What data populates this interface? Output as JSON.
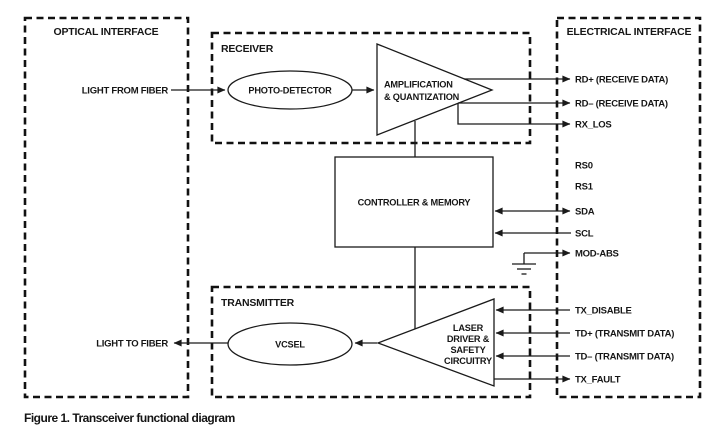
{
  "caption": "Figure 1. Transceiver functional diagram",
  "interfaces": {
    "optical": {
      "label": "OPTICAL INTERFACE"
    },
    "electrical": {
      "label": "ELECTRICAL INTERFACE"
    }
  },
  "blocks": {
    "receiver": {
      "label": "RECEIVER",
      "photo_detector": "PHOTO-DETECTOR",
      "amplifier": {
        "line1": "AMPLIFICATION",
        "line2": "& QUANTIZATION"
      }
    },
    "controller": {
      "label": "CONTROLLER & MEMORY"
    },
    "transmitter": {
      "label": "TRANSMITTER",
      "vcsel": "VCSEL",
      "laser_driver": {
        "line1": "LASER",
        "line2": "DRIVER &",
        "line3": "SAFETY",
        "line4": "CIRCUITRY"
      }
    }
  },
  "optical_signals": {
    "light_from_fiber": "LIGHT FROM FIBER",
    "light_to_fiber": "LIGHT TO FIBER"
  },
  "electrical_signals": {
    "rd_plus": "RD+ (RECEIVE DATA)",
    "rd_minus": "RD– (RECEIVE DATA)",
    "rx_los": "RX_LOS",
    "rs0": "RS0",
    "rs1": "RS1",
    "sda": "SDA",
    "scl": "SCL",
    "mod_abs": "MOD-ABS",
    "tx_disable": "TX_DISABLE",
    "td_plus": "TD+ (TRANSMIT DATA)",
    "td_minus": "TD– (TRANSMIT DATA)",
    "tx_fault": "TX_FAULT"
  },
  "colors": {
    "ink": "#1a1a1a",
    "background": "#ffffff"
  }
}
